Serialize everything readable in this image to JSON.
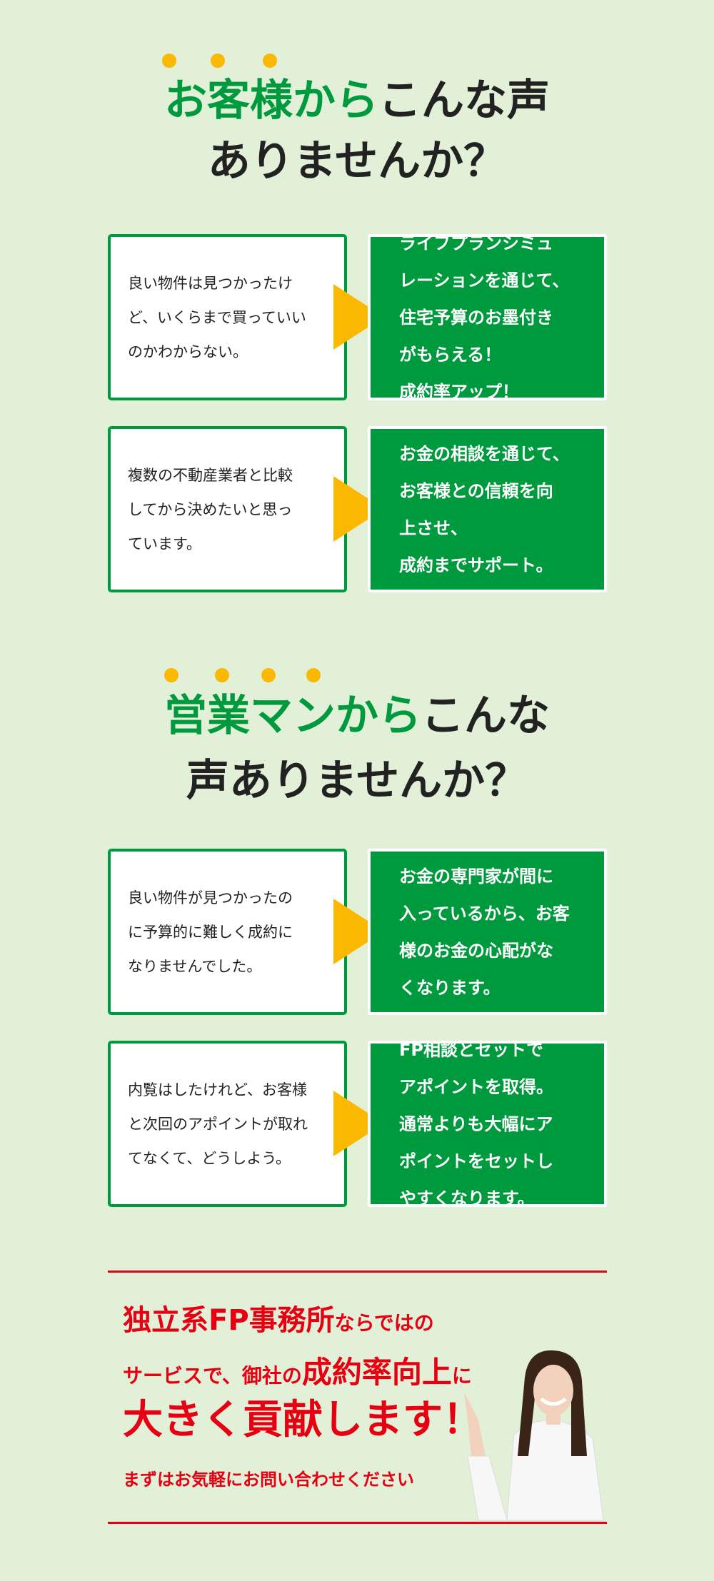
{
  "section1": {
    "heading_green": "お客様から",
    "heading_rest": "こんな声",
    "heading_line2": "ありませんか？",
    "cases": [
      {
        "problem": "良い物件は見つかったけ\nど、いくらまで買っていい\nのかわからない。",
        "solution": "ライフプランシミュ\nレーションを通じて、\n住宅予算のお墨付き\nがもらえる！\n成約率アップ！"
      },
      {
        "problem": "複数の不動産業者と比較\nしてから決めたいと思っ\nています。",
        "solution": "お金の相談を通じて、\nお客様との信頼を向\n上させ、\n成約までサポート。"
      }
    ]
  },
  "section2": {
    "heading_green": "営業マンから",
    "heading_rest": "こんな",
    "heading_line2": "声ありませんか？",
    "cases": [
      {
        "problem": "良い物件が見つかったの\nに予算的に難しく成約に\nなりませんでした。",
        "solution": "お金の専門家が間に\n入っているから、お客\n様のお金の心配がな\nくなります。"
      },
      {
        "problem": "内覧はしたけれど、お客様\nと次回のアポイントが取れ\nてなくて、どうしよう。",
        "solution": "FP相談とセットで\nアポイントを取得。\n通常よりも大幅にア\nポイントをセットし\nやすくなります。"
      }
    ]
  },
  "cta": {
    "line1_big": "独立系FP事務所",
    "line1_small": "ならではの",
    "line2_small": "サービスで、御社の",
    "line2_big": "成約率向上",
    "line2_end": "に",
    "line3": "大きく貢献します！",
    "line4": "まずはお気軽にお問い合わせください"
  },
  "colors": {
    "green": "#009a3e",
    "yellow": "#fbb800",
    "red": "#e60012",
    "background": "#e1f0d7"
  }
}
